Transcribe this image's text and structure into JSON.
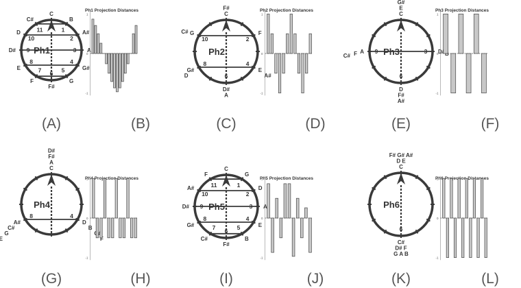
{
  "colors": {
    "circle": "#3a3a3a",
    "bar_fill": "#c8c8c8",
    "bar_stroke": "#444444",
    "text": "#333333",
    "caption": "#555555"
  },
  "circles": [
    {
      "caption": "(A)",
      "title": "Ph1",
      "pitches": {
        "0": [
          "C"
        ],
        "1": [
          "B"
        ],
        "2": [
          "A#"
        ],
        "3": [
          "A"
        ],
        "4": [
          "G#"
        ],
        "5": [
          "G"
        ],
        "6": [
          "F#"
        ],
        "7": [
          "F"
        ],
        "8": [
          "E"
        ],
        "9": [
          "D#"
        ],
        "10": [
          "D"
        ],
        "11": [
          "C#"
        ]
      },
      "numbers": [
        "1",
        "2",
        "3",
        "4",
        "5",
        "6",
        "7",
        "8",
        "9",
        "10",
        "11"
      ],
      "chords": [
        [
          1,
          11
        ],
        [
          2,
          10
        ],
        [
          3,
          9
        ],
        [
          4,
          8
        ],
        [
          5,
          7
        ]
      ]
    },
    {
      "caption": "(C)",
      "title": "Ph2",
      "pitches": {
        "0": [
          "F#",
          "C"
        ],
        "2": [
          "F"
        ],
        "4": [
          "E",
          "A#"
        ],
        "6": [
          "D#",
          "A"
        ],
        "8": [
          "G#",
          "D"
        ],
        "10": [
          "G",
          "C#"
        ]
      },
      "numbers": [
        "2",
        "4",
        "6",
        "8",
        "10"
      ],
      "chords": [
        [
          2,
          10
        ],
        [
          4,
          8
        ]
      ]
    },
    {
      "caption": "(E)",
      "title": "Ph3",
      "pitches": {
        "0": [
          "G#",
          "E",
          "C"
        ],
        "3": [
          "D#",
          "B",
          "G"
        ],
        "6": [
          "D",
          "F#",
          "A#"
        ],
        "9": [
          "A",
          "F",
          "C#"
        ]
      },
      "numbers": [
        "3",
        "6",
        "9"
      ],
      "chords": [
        [
          3,
          9
        ]
      ]
    },
    {
      "caption": "(G)",
      "title": "Ph4",
      "pitches": {
        "0": [
          "D#",
          "F#",
          "A",
          "C"
        ],
        "4": [
          "D",
          "B",
          "G#",
          "F"
        ],
        "8": [
          "A#",
          "C#",
          "G",
          "E"
        ]
      },
      "numbers": [
        "4",
        "8"
      ],
      "chords": [
        [
          4,
          8
        ]
      ]
    },
    {
      "caption": "(I)",
      "title": "Ph5",
      "pitches": {
        "0": [
          "C"
        ],
        "1": [
          "G"
        ],
        "2": [
          "D"
        ],
        "3": [
          "A"
        ],
        "4": [
          "E"
        ],
        "5": [
          "B"
        ],
        "6": [
          "F#"
        ],
        "7": [
          "C#"
        ],
        "8": [
          "G#"
        ],
        "9": [
          "D#"
        ],
        "10": [
          "A#"
        ],
        "11": [
          "F"
        ]
      },
      "numbers": [
        "1",
        "2",
        "3",
        "4",
        "5",
        "6",
        "7",
        "8",
        "9",
        "10",
        "11"
      ],
      "chords": [
        [
          1,
          11
        ],
        [
          2,
          10
        ],
        [
          3,
          9
        ],
        [
          4,
          8
        ],
        [
          5,
          7
        ]
      ]
    },
    {
      "caption": "(K)",
      "title": "Ph6",
      "pitches": {
        "0": [
          "F# G# A#",
          "D E",
          "C"
        ],
        "6": [
          "C#",
          "D# F",
          "G A B"
        ]
      },
      "numbers": [
        "6"
      ],
      "chords": []
    }
  ],
  "bar_charts": [
    {
      "caption": "(B)",
      "title": "Ph1 Projection Distances",
      "chart_data": {
        "type": "bar",
        "values": [
          0.87,
          0.71,
          0.5,
          0.26,
          0,
          -0.26,
          -0.5,
          -0.71,
          -0.87,
          -0.97,
          -0.87,
          -0.71,
          -0.5,
          -0.26,
          0,
          0.5,
          0.71
        ]
      },
      "ticks": [
        "1",
        "0",
        "-1"
      ]
    },
    {
      "caption": "(D)",
      "title": "Ph2 Projection Distances",
      "chart_data": {
        "type": "bar",
        "values": [
          1,
          0.5,
          -0.5,
          -1,
          -0.5,
          0.5,
          1,
          0.5,
          -0.5,
          -1,
          -0.5,
          0.5
        ]
      },
      "ticks": [
        "1",
        "0",
        "-1"
      ]
    },
    {
      "caption": "(F)",
      "title": "Ph3 Projection Distances",
      "chart_data": {
        "type": "bar",
        "values": [
          1,
          -1,
          1,
          -1,
          1,
          -1
        ]
      },
      "ticks": [
        "1",
        "0",
        "-1"
      ]
    },
    {
      "caption": "(H)",
      "title": "Ph4 Projection Distances",
      "chart_data": {
        "type": "bar",
        "values": [
          1,
          -0.5,
          -0.5,
          1,
          -0.5,
          -0.5,
          1,
          -0.5,
          -0.5,
          1,
          -0.5,
          -0.5
        ]
      },
      "ticks": [
        "1",
        "0",
        "-1"
      ]
    },
    {
      "caption": "(J)",
      "title": "Ph5 Projection Distances",
      "chart_data": {
        "type": "bar",
        "values": [
          0.87,
          -0.87,
          0.5,
          -0.5,
          0.87,
          0.87,
          -0.97,
          0.5,
          -0.5,
          0.26,
          -0.87
        ]
      },
      "ticks": [
        "1",
        "0",
        "-1"
      ]
    },
    {
      "caption": "(L)",
      "title": "Ph6 Projection Distances",
      "chart_data": {
        "type": "bar",
        "values": [
          1,
          -1,
          1,
          -1,
          1,
          -1,
          1,
          -1,
          1,
          -1,
          1,
          -1
        ]
      },
      "ticks": [
        "1",
        "0",
        "-1"
      ]
    }
  ]
}
